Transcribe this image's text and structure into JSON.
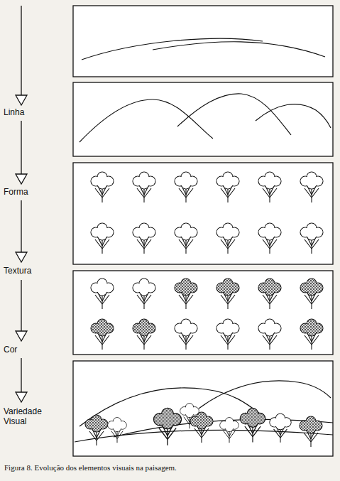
{
  "diagram": {
    "caption": "Figura 8. Evolução dos elementos visuais na paisagem.",
    "labels": [
      "Linha",
      "Forma",
      "Textura",
      "Cor",
      "Variedade Visual"
    ]
  }
}
